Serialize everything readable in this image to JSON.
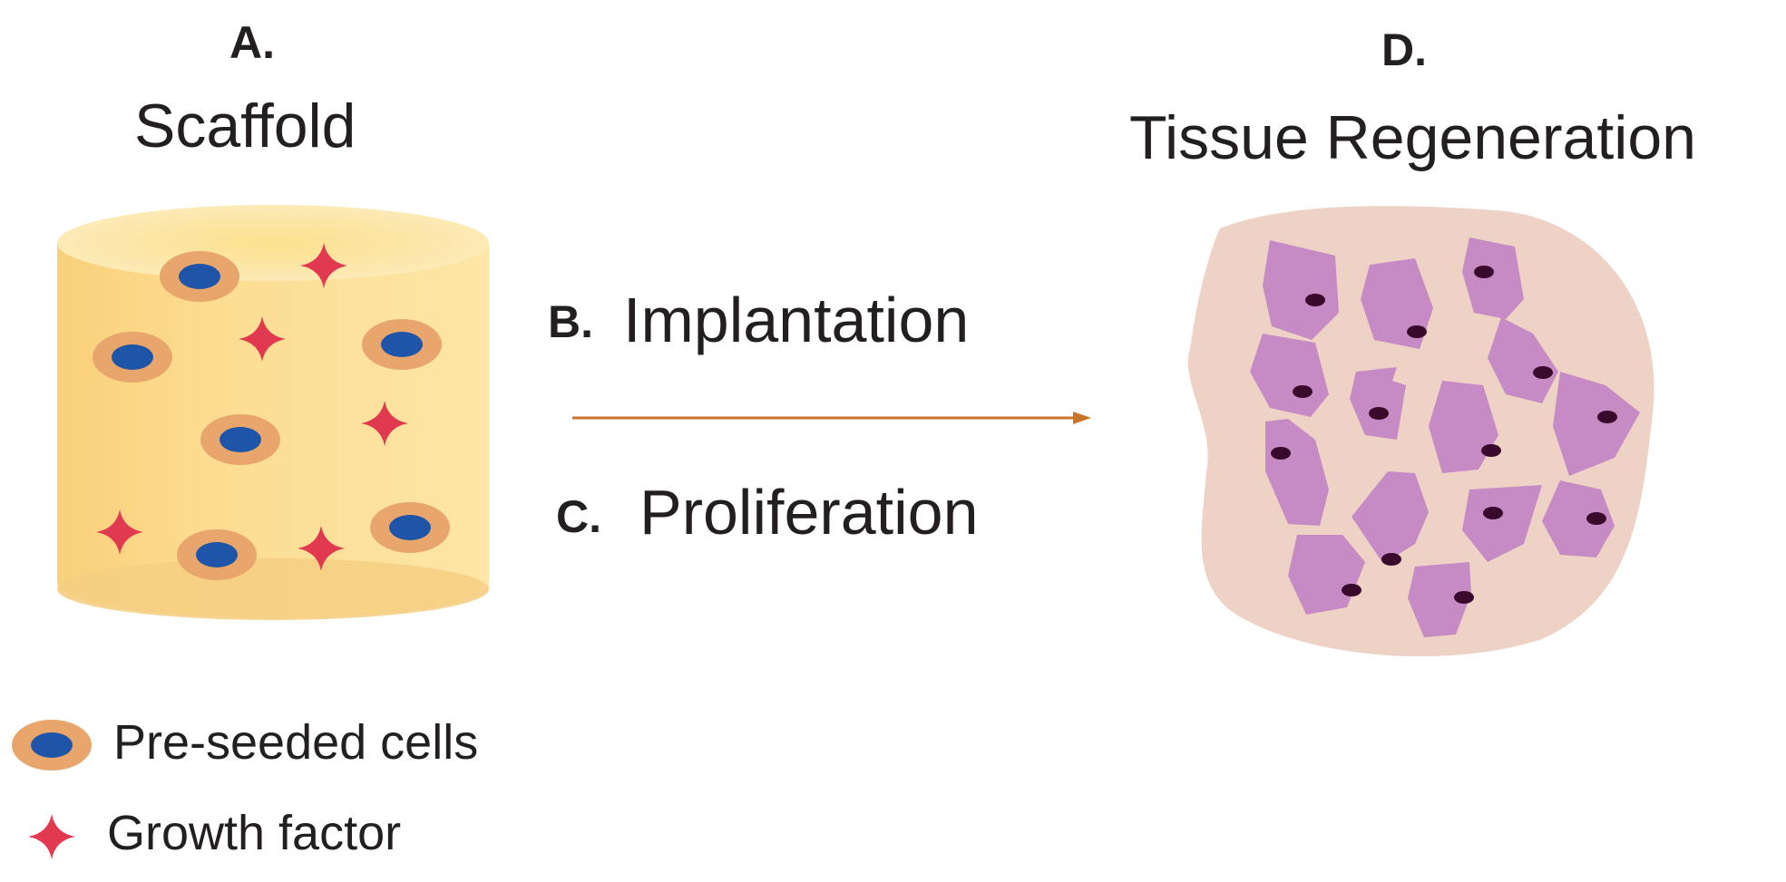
{
  "scaffold": {
    "letter": "A.",
    "title": "Scaffold"
  },
  "tissue": {
    "letter": "D.",
    "title": "Tissue Regeneration"
  },
  "process": {
    "step_b_letter": "B.",
    "step_b_text": "Implantation",
    "step_c_letter": "C.",
    "step_c_text": "Proliferation"
  },
  "legend": {
    "cells_label": "Pre-seeded cells",
    "growth_label": "Growth factor"
  },
  "colors": {
    "scaffold_body": "#fbd77f",
    "scaffold_top": "#fce9b3",
    "cell_outer": "#e8a66c",
    "cell_nucleus": "#1e55a8",
    "growth_factor": "#e1394f",
    "arrow": "#c8752a",
    "tissue_background": "#eed2c6",
    "tissue_cell": "#c68ac4",
    "tissue_nucleus": "#3a0a2c",
    "text": "#231f20"
  },
  "icons": [
    "cell-icon",
    "star-icon",
    "arrow-right-icon"
  ]
}
